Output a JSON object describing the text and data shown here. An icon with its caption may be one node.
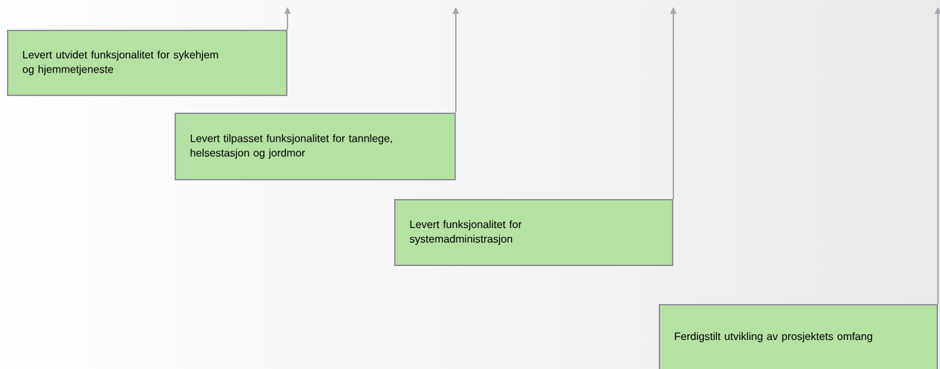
{
  "diagram": {
    "nodes": [
      {
        "text": [
          "Levert utvidet funksjonalitet for sykehjem og hjemmetjeneste"
        ]
      },
      {
        "text": [
          "Levert tilpasset funksjonalitet for tannlege, helsestasjon og jordmor"
        ]
      },
      {
        "text": [
          "Levert funksjonalitet for systemadministrasjon"
        ]
      },
      {
        "text": [
          "Ferdigstilt utvikling av prosjektets omfang"
        ]
      }
    ],
    "edges": [
      {
        "from": 0,
        "to": null,
        "arrow": "to"
      },
      {
        "from": 1,
        "to": null,
        "arrow": "to"
      },
      {
        "from": 2,
        "to": null,
        "arrow": "to"
      },
      {
        "from": 3,
        "to": null,
        "arrow": "to"
      }
    ]
  }
}
